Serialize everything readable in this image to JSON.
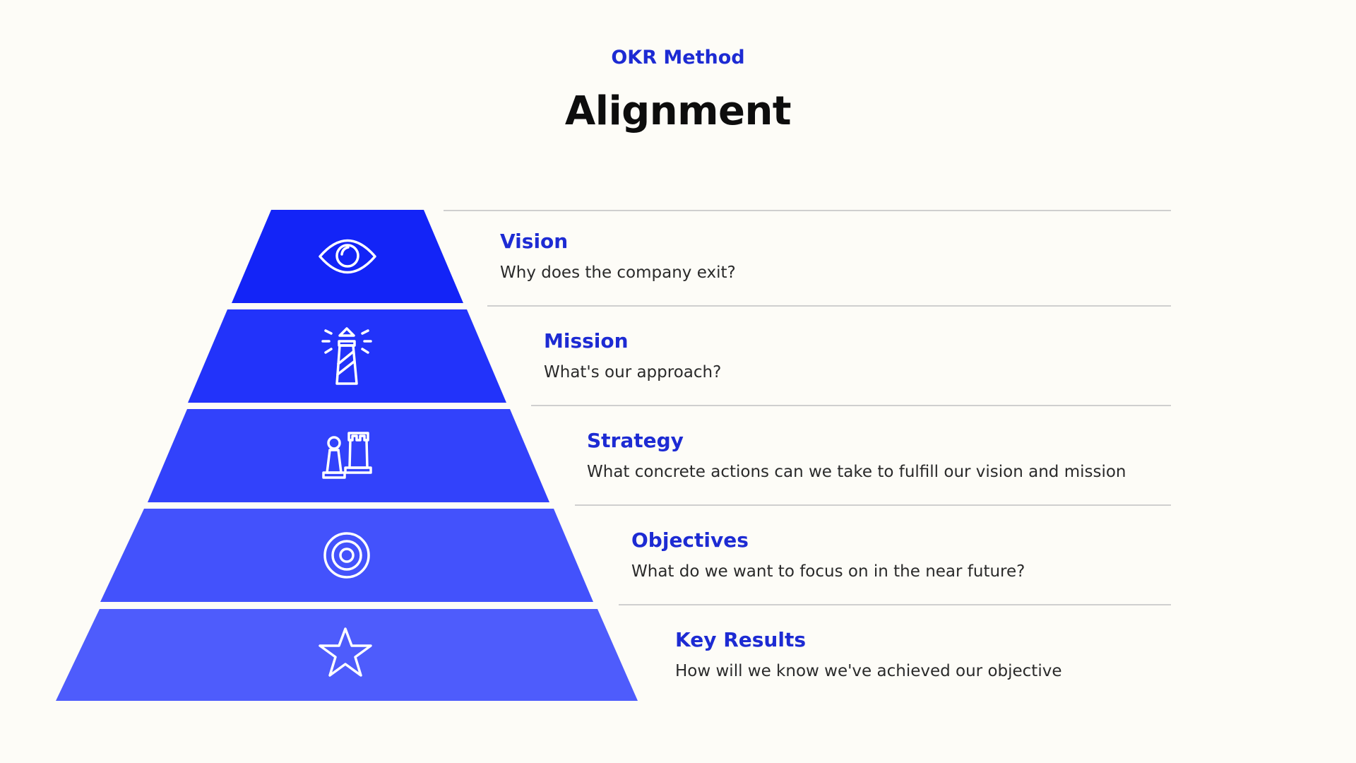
{
  "header": {
    "eyebrow": "OKR Method",
    "title": "Alignment"
  },
  "levels": [
    {
      "label": "Vision",
      "description": "Why does the company exit?",
      "icon": "eye-icon",
      "color": "#1324f7"
    },
    {
      "label": "Mission",
      "description": "What's our approach?",
      "icon": "lighthouse-icon",
      "color": "#2233fa"
    },
    {
      "label": "Strategy",
      "description": "What concrete actions can we take to fulfill our vision and mission",
      "icon": "chess-pieces-icon",
      "color": "#3242fb"
    },
    {
      "label": "Objectives",
      "description": "What do we want to focus on in the near future?",
      "icon": "target-icon",
      "color": "#4352fc"
    },
    {
      "label": "Key Results",
      "description": "How will we know we've achieved our objective",
      "icon": "star-icon",
      "color": "#4e5cfc"
    }
  ]
}
